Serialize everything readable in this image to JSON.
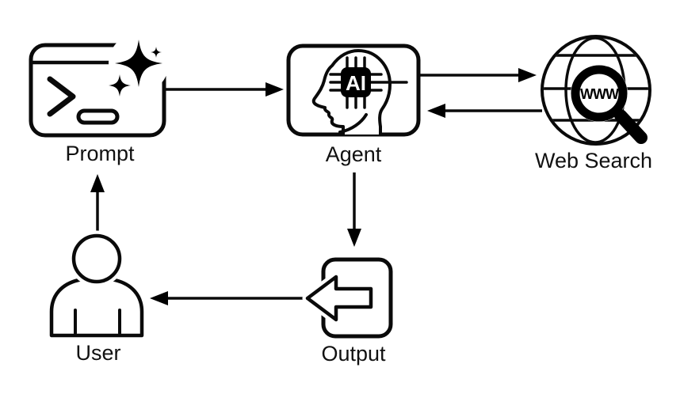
{
  "diagram": {
    "background_color": "#ffffff",
    "line_color": "#000000",
    "nodes": [
      {
        "id": "prompt",
        "label": "Prompt",
        "icon": "terminal-sparkle-icon"
      },
      {
        "id": "agent",
        "label": "Agent",
        "icon": "head-ai-chip-icon",
        "icon_text": "AI"
      },
      {
        "id": "web-search",
        "label": "Web Search",
        "icon": "globe-magnifier-icon",
        "icon_text": "WWW"
      },
      {
        "id": "output",
        "label": "Output",
        "icon": "export-arrow-icon"
      },
      {
        "id": "user",
        "label": "User",
        "icon": "person-icon"
      }
    ],
    "edges": [
      {
        "from": "User",
        "to": "Prompt"
      },
      {
        "from": "Prompt",
        "to": "Agent"
      },
      {
        "from": "Agent",
        "to": "Web Search"
      },
      {
        "from": "Web Search",
        "to": "Agent"
      },
      {
        "from": "Agent",
        "to": "Output"
      },
      {
        "from": "Output",
        "to": "User"
      }
    ]
  }
}
